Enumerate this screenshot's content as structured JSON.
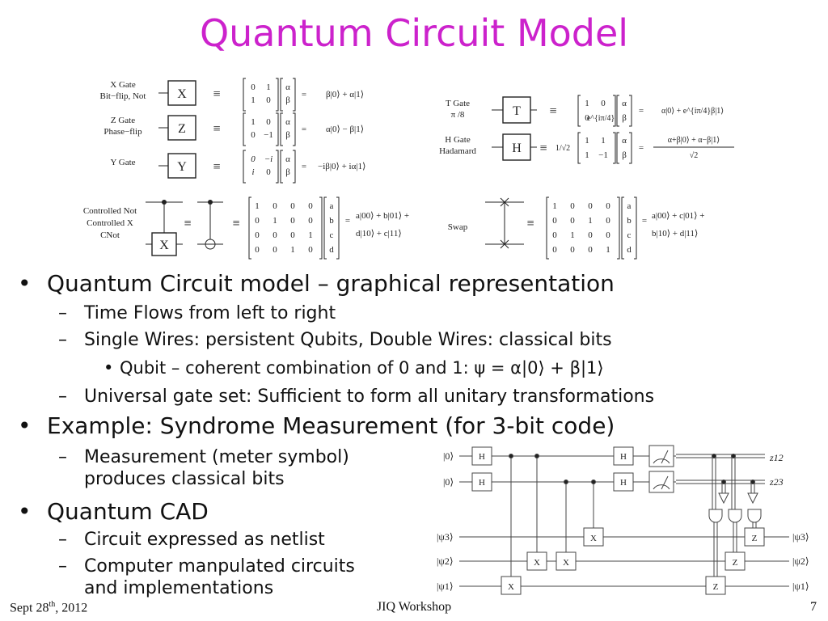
{
  "slide": {
    "title": "Quantum Circuit Model",
    "footer": {
      "date": "Sept 28th, 2012",
      "date_prefix": "Sept 28",
      "date_sup": "th",
      "date_suffix": ", 2012",
      "event": "JIQ Workshop",
      "page": "7"
    }
  },
  "gates_figure": {
    "x_gate": {
      "name": "X Gate",
      "alias": "Bit−flip, Not",
      "symbol": "X",
      "matrix": [
        [
          "0",
          "1"
        ],
        [
          "1",
          "0"
        ]
      ],
      "result": "β|0⟩ + α|1⟩"
    },
    "z_gate": {
      "name": "Z Gate",
      "alias": "Phase−flip",
      "symbol": "Z",
      "matrix": [
        [
          "1",
          "0"
        ],
        [
          "0",
          "−1"
        ]
      ],
      "result": "α|0⟩ − β|1⟩"
    },
    "y_gate": {
      "name": "Y Gate",
      "alias": "",
      "symbol": "Y",
      "matrix": [
        [
          "0",
          "−i"
        ],
        [
          "i",
          "0"
        ]
      ],
      "result": "−iβ|0⟩ + iα|1⟩"
    },
    "t_gate": {
      "name": "T Gate",
      "alias": "π /8",
      "symbol": "T",
      "matrix": [
        [
          "1",
          "0"
        ],
        [
          "0",
          "e^{iπ/4}"
        ]
      ],
      "result": "α|0⟩ + e^{iπ/4}β|1⟩"
    },
    "h_gate": {
      "name": "H Gate",
      "alias": "Hadamard",
      "symbol": "H",
      "prefactor": "1/√2",
      "matrix": [
        [
          "1",
          "1"
        ],
        [
          "1",
          "−1"
        ]
      ],
      "result_num": "α+β|0⟩ + α−β|1⟩",
      "result_den": "√2"
    },
    "cnot": {
      "name_lines": [
        "Controlled Not",
        "Controlled X",
        "CNot"
      ],
      "symbol": "X",
      "matrix": [
        [
          "1",
          "0",
          "0",
          "0"
        ],
        [
          "0",
          "1",
          "0",
          "0"
        ],
        [
          "0",
          "0",
          "0",
          "1"
        ],
        [
          "0",
          "0",
          "1",
          "0"
        ]
      ],
      "vector": [
        "a",
        "b",
        "c",
        "d"
      ],
      "result_lines": [
        "a|00⟩ + b|01⟩ +",
        "d|10⟩ + c|11⟩"
      ]
    },
    "swap": {
      "name": "Swap",
      "matrix": [
        [
          "1",
          "0",
          "0",
          "0"
        ],
        [
          "0",
          "0",
          "1",
          "0"
        ],
        [
          "0",
          "1",
          "0",
          "0"
        ],
        [
          "0",
          "0",
          "0",
          "1"
        ]
      ],
      "vector": [
        "a",
        "b",
        "c",
        "d"
      ],
      "result_lines": [
        "a|00⟩ + c|01⟩ +",
        "b|10⟩ + d|11⟩"
      ]
    },
    "vec2": [
      "α",
      "β"
    ],
    "equiv": "≡",
    "eq": "="
  },
  "bullets": {
    "b1": "Quantum Circuit model – graphical representation",
    "b1_sub": [
      "Time Flows from left to right",
      "Single Wires: persistent Qubits, Double Wires: classical bits"
    ],
    "b1_subsub": "Qubit – coherent combination of 0 and 1:  ψ =  α|0⟩ + β|1⟩",
    "b1_sub3": "Universal gate set: Sufficient to form all unitary transformations",
    "b2": "Example: Syndrome Measurement (for 3-bit code)",
    "b2_sub": "Measurement (meter symbol)",
    "b2_sub_cont": "produces classical bits",
    "b3": "Quantum CAD",
    "b3_sub": [
      "Circuit expressed as netlist",
      "Computer manpulated circuits"
    ],
    "b3_sub_cont": "and implementations",
    "bullet_char": "•",
    "dash_char": "–"
  },
  "syndrome_circuit": {
    "ancilla_labels": [
      "|0⟩",
      "|0⟩"
    ],
    "data_labels": [
      "|ψ3⟩",
      "|ψ2⟩",
      "|ψ1⟩"
    ],
    "out_labels": [
      "|ψ3⟩",
      "|ψ2⟩",
      "|ψ1⟩"
    ],
    "gate_H": "H",
    "gate_X": "X",
    "gate_Z": "Z",
    "syndrome_labels": [
      "z12",
      "z23"
    ]
  }
}
